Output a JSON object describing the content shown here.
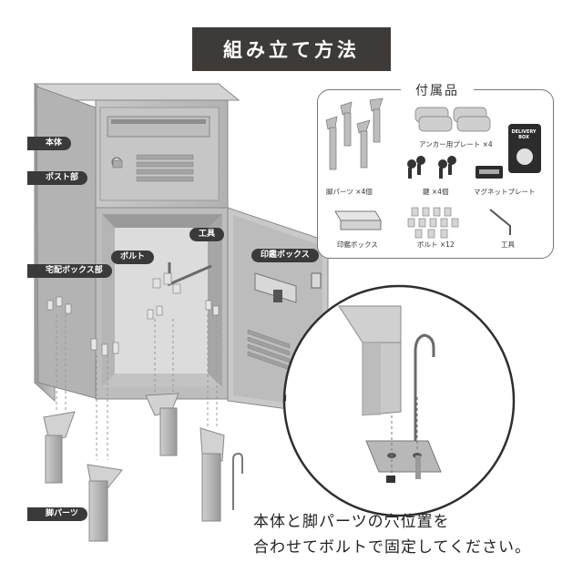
{
  "title": "組み立て方法",
  "labels": {
    "body": "本体",
    "post": "ポスト部",
    "delivery": "宅配ボックス部",
    "legs": "脚パーツ",
    "bolt": "ボルト",
    "tool": "工具",
    "stamp_box": "印鑑ボックス"
  },
  "accessories": {
    "heading": "付属品",
    "items": {
      "legs": "脚パーツ ×4個",
      "anchor": "アンカー用プレート ×4",
      "keys": "鍵 ×4個",
      "magnet": "マグネットプレート",
      "stamp": "印鑑ボックス",
      "bolts": "ボルト ×12",
      "tool": "工具"
    },
    "delivery_plate": "DELIVERY BOX"
  },
  "caption": {
    "line1": "本体と脚パーツの穴位置を",
    "line2": "合わせてボルトで固定してください。"
  },
  "colors": {
    "dark_tag": "#3a3a3a",
    "metal": "#b9b9b9",
    "metal_dark": "#8e8e8e"
  }
}
